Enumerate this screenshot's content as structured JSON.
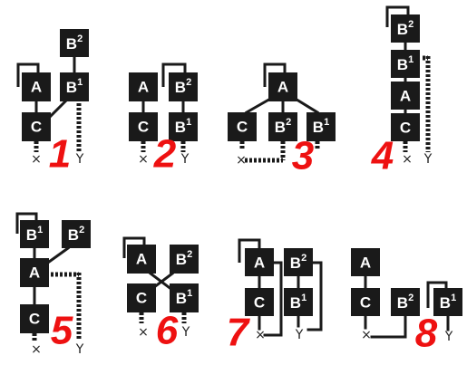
{
  "diagrams": [
    {
      "number": "1",
      "boxes": [
        {
          "id": "b2",
          "label": "B",
          "sup": "2"
        },
        {
          "id": "a",
          "label": "A",
          "sup": ""
        },
        {
          "id": "b1",
          "label": "B",
          "sup": "1"
        },
        {
          "id": "c",
          "label": "C",
          "sup": ""
        }
      ],
      "ports": [
        "×",
        "Y"
      ]
    },
    {
      "number": "2",
      "boxes": [
        {
          "id": "a",
          "label": "A",
          "sup": ""
        },
        {
          "id": "b2",
          "label": "B",
          "sup": "2"
        },
        {
          "id": "c",
          "label": "C",
          "sup": ""
        },
        {
          "id": "b1",
          "label": "B",
          "sup": "1"
        }
      ],
      "ports": [
        "×",
        "Y"
      ]
    },
    {
      "number": "3",
      "boxes": [
        {
          "id": "a",
          "label": "A",
          "sup": ""
        },
        {
          "id": "c",
          "label": "C",
          "sup": ""
        },
        {
          "id": "b2",
          "label": "B",
          "sup": "2"
        },
        {
          "id": "b1",
          "label": "B",
          "sup": "1"
        }
      ],
      "ports": [
        "×"
      ]
    },
    {
      "number": "4",
      "boxes": [
        {
          "id": "b2",
          "label": "B",
          "sup": "2"
        },
        {
          "id": "b1",
          "label": "B",
          "sup": "1"
        },
        {
          "id": "a",
          "label": "A",
          "sup": ""
        },
        {
          "id": "c",
          "label": "C",
          "sup": ""
        }
      ],
      "ports": [
        "×",
        "Y"
      ]
    },
    {
      "number": "5",
      "boxes": [
        {
          "id": "b1",
          "label": "B",
          "sup": "1"
        },
        {
          "id": "b2",
          "label": "B",
          "sup": "2"
        },
        {
          "id": "a",
          "label": "A",
          "sup": ""
        },
        {
          "id": "c",
          "label": "C",
          "sup": ""
        }
      ],
      "ports": [
        "×",
        "Y"
      ]
    },
    {
      "number": "6",
      "boxes": [
        {
          "id": "a",
          "label": "A",
          "sup": ""
        },
        {
          "id": "b2",
          "label": "B",
          "sup": "2"
        },
        {
          "id": "c",
          "label": "C",
          "sup": ""
        },
        {
          "id": "b1",
          "label": "B",
          "sup": "1"
        }
      ],
      "ports": [
        "×",
        "Y"
      ]
    },
    {
      "number": "7",
      "boxes": [
        {
          "id": "a",
          "label": "A",
          "sup": ""
        },
        {
          "id": "b2",
          "label": "B",
          "sup": "2"
        },
        {
          "id": "c",
          "label": "C",
          "sup": ""
        },
        {
          "id": "b1",
          "label": "B",
          "sup": "1"
        }
      ],
      "ports": [
        "×",
        "Y"
      ]
    },
    {
      "number": "8",
      "boxes": [
        {
          "id": "a",
          "label": "A",
          "sup": ""
        },
        {
          "id": "c",
          "label": "C",
          "sup": ""
        },
        {
          "id": "b2",
          "label": "B",
          "sup": "2"
        },
        {
          "id": "b1",
          "label": "B",
          "sup": "1"
        }
      ],
      "ports": [
        "×",
        "Y"
      ]
    }
  ]
}
